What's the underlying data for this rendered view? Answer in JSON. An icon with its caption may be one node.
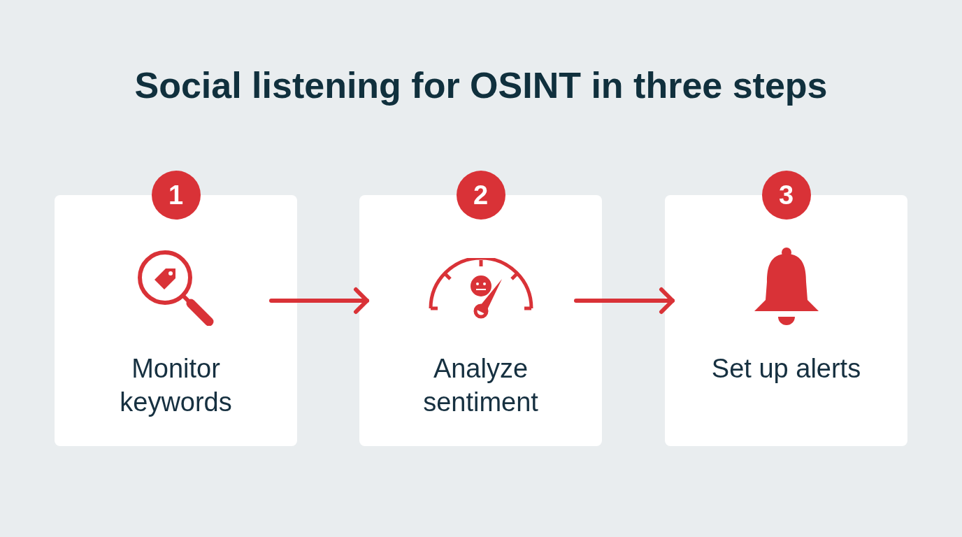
{
  "diagram": {
    "title": "Social listening for OSINT in three steps",
    "nodes": [
      {
        "text": [
          "1"
        ]
      },
      {
        "text": [
          "Monitor keywords"
        ]
      },
      {
        "text": [
          "2"
        ]
      },
      {
        "text": [
          "Analyze sentiment"
        ]
      },
      {
        "text": [
          "3"
        ]
      },
      {
        "text": [
          "Set up alerts"
        ]
      }
    ],
    "edges": [
      {
        "from": 1,
        "to": 3,
        "arrow": "to"
      },
      {
        "from": 3,
        "to": 5,
        "arrow": "to"
      }
    ]
  }
}
